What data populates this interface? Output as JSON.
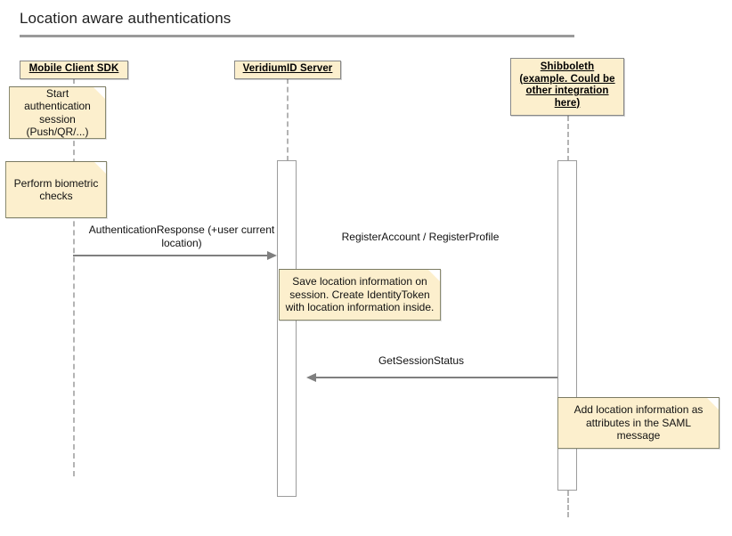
{
  "diagram": {
    "title": "Location aware authentications",
    "type": "uml-sequence-diagram"
  },
  "participants": [
    {
      "id": "mobile-client-sdk",
      "name": "Mobile Client SDK",
      "lines": [
        "Mobile Client SDK"
      ]
    },
    {
      "id": "veridiumid-server",
      "name": "VeridiumID Server",
      "lines": [
        "VeridiumID Server"
      ]
    },
    {
      "id": "shibboleth",
      "name": "Shibboleth (example. Could be other integration here)",
      "lines": [
        "Shibboleth",
        "(example. Could be",
        "other integration",
        "here)"
      ]
    }
  ],
  "notes": [
    {
      "id": "note-start-auth",
      "text": "Start authentication session (Push/QR/...)",
      "lines": [
        "Start",
        "authentication",
        "session",
        "(Push/QR/...)"
      ],
      "attached_to": "mobile-client-sdk"
    },
    {
      "id": "note-biometric",
      "text": "Perform biometric checks",
      "lines": [
        "Perform biometric",
        "checks"
      ],
      "attached_to": "mobile-client-sdk"
    },
    {
      "id": "note-save-location",
      "text": "Save location information on session. Create IdentityToken with location information inside.",
      "lines": [
        "Save location information on",
        "session. Create IdentityToken",
        "with location information inside."
      ],
      "attached_to": "veridiumid-server"
    },
    {
      "id": "note-saml-attributes",
      "text": "Add location information as attributes in the SAML message",
      "lines": [
        "Add location information as",
        "attributes in the SAML",
        "message"
      ],
      "attached_to": "shibboleth"
    }
  ],
  "messages": [
    {
      "id": "msg-authentication-response",
      "label": "AuthenticationResponse (+user current location)",
      "lines": [
        "AuthenticationResponse (+user current",
        "location)"
      ],
      "from": "mobile-client-sdk",
      "to": "veridiumid-server",
      "direction": "right",
      "has_arrow": true
    },
    {
      "id": "msg-register-account",
      "label": "RegisterAccount / RegisterProfile",
      "lines": [
        "RegisterAccount / RegisterProfile"
      ],
      "from": "veridiumid-server",
      "to": "shibboleth",
      "direction": "right",
      "has_arrow": false
    },
    {
      "id": "msg-get-session-status",
      "label": "GetSessionStatus",
      "lines": [
        "GetSessionStatus"
      ],
      "from": "shibboleth",
      "to": "veridiumid-server",
      "direction": "left",
      "has_arrow": true
    }
  ],
  "colors": {
    "note_fill": "#fcefcd",
    "note_border": "#8a8a6f",
    "participant_fill": "#fcefcd",
    "participant_border": "#888888",
    "lifeline": "#b4b4b4",
    "activation_border": "#9c9c9c",
    "message_line": "#7f7f7f",
    "title_rule": "#9a9a9a",
    "background": "#ffffff"
  }
}
